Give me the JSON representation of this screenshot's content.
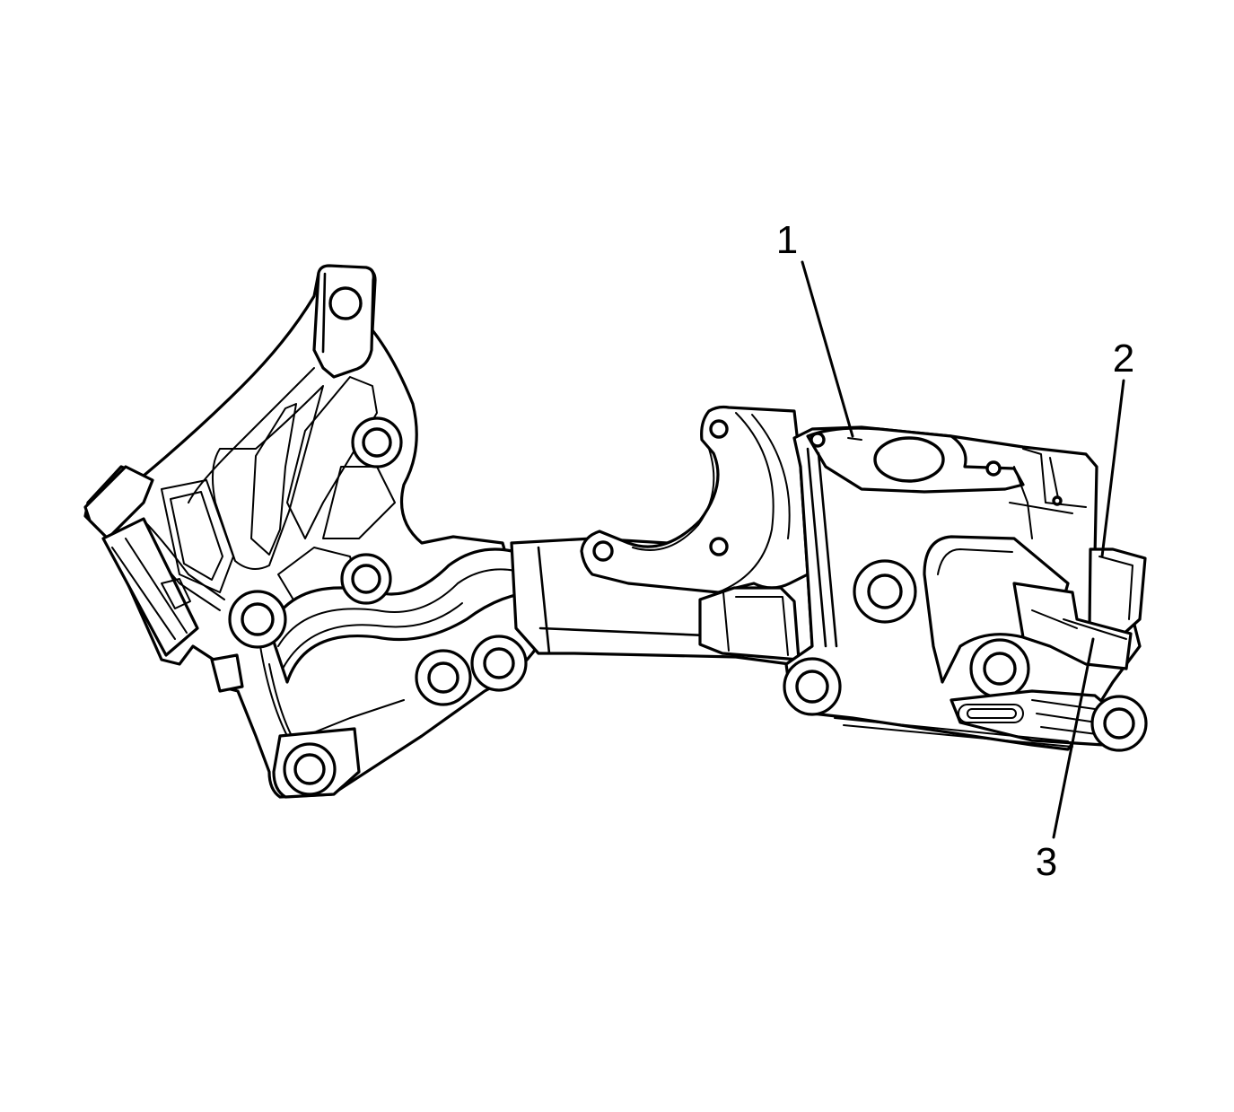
{
  "figure": {
    "callouts": [
      {
        "id": "1",
        "label": "1"
      },
      {
        "id": "2",
        "label": "2"
      },
      {
        "id": "3",
        "label": "3"
      }
    ],
    "colors": {
      "line": "#000000",
      "background": "#ffffff"
    }
  }
}
